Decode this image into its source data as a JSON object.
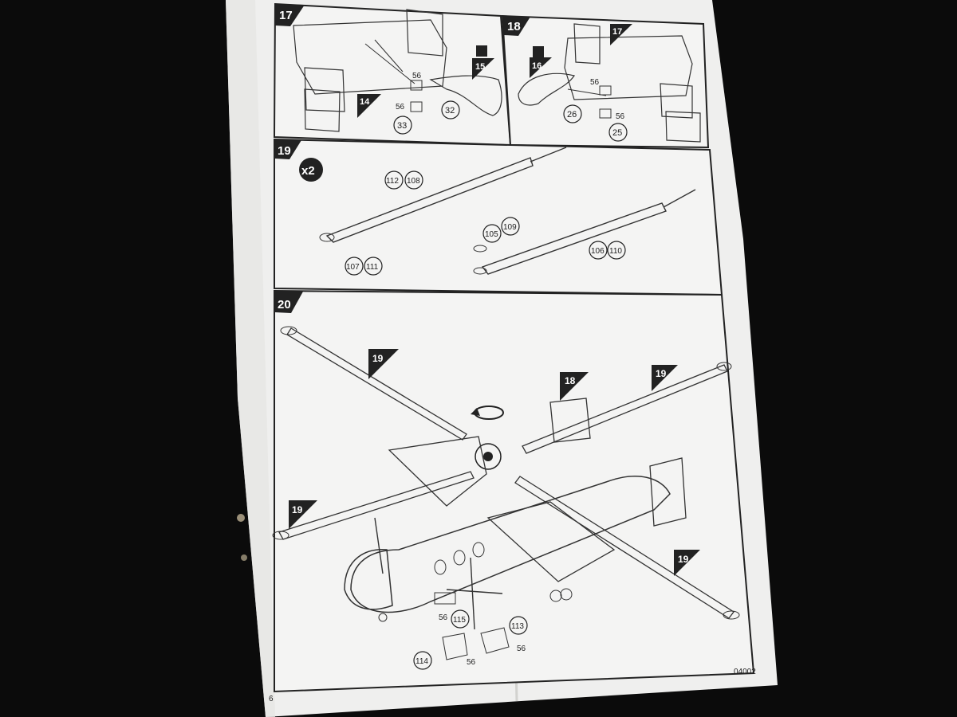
{
  "sheet": {
    "page_number": "6",
    "code": "04002",
    "multiplier": "x2"
  },
  "steps": [
    {
      "number": "17",
      "refs": [
        "14",
        "15"
      ],
      "parts": [
        "56",
        "56",
        "32",
        "33"
      ]
    },
    {
      "number": "18",
      "refs": [
        "16",
        "17"
      ],
      "parts": [
        "56",
        "56",
        "26",
        "25"
      ]
    },
    {
      "number": "19",
      "parts": [
        "112",
        "108",
        "105",
        "109",
        "107",
        "111",
        "106",
        "110"
      ]
    },
    {
      "number": "20",
      "refs": [
        "19",
        "18",
        "19",
        "19",
        "19"
      ],
      "parts": [
        "56",
        "115",
        "113",
        "56",
        "114",
        "56"
      ]
    }
  ]
}
